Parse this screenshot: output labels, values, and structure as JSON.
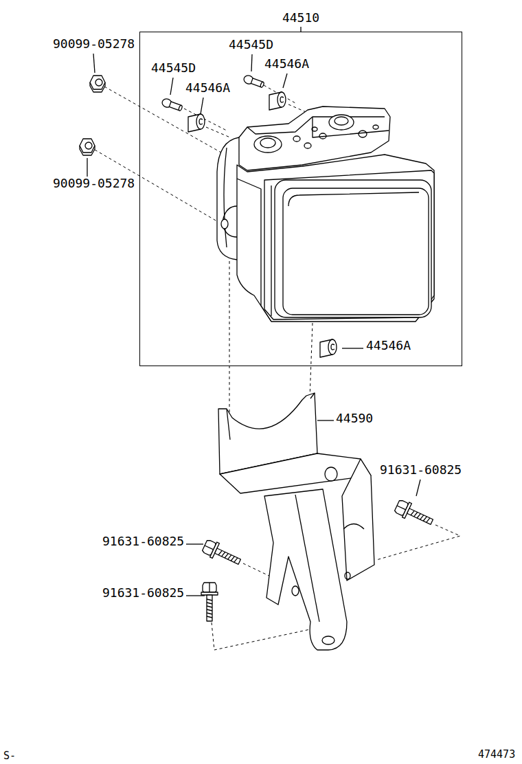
{
  "diagram": {
    "nodes": [
      {
        "text": [
          "44510"
        ]
      }
    ],
    "labels": [
      "90099-05278",
      "44545D",
      "44546A",
      "44545D",
      "44546A",
      "90099-05278",
      "44546A",
      "44590",
      "91631-60825",
      "91631-60825",
      "91631-60825",
      "474473",
      "S-"
    ]
  }
}
